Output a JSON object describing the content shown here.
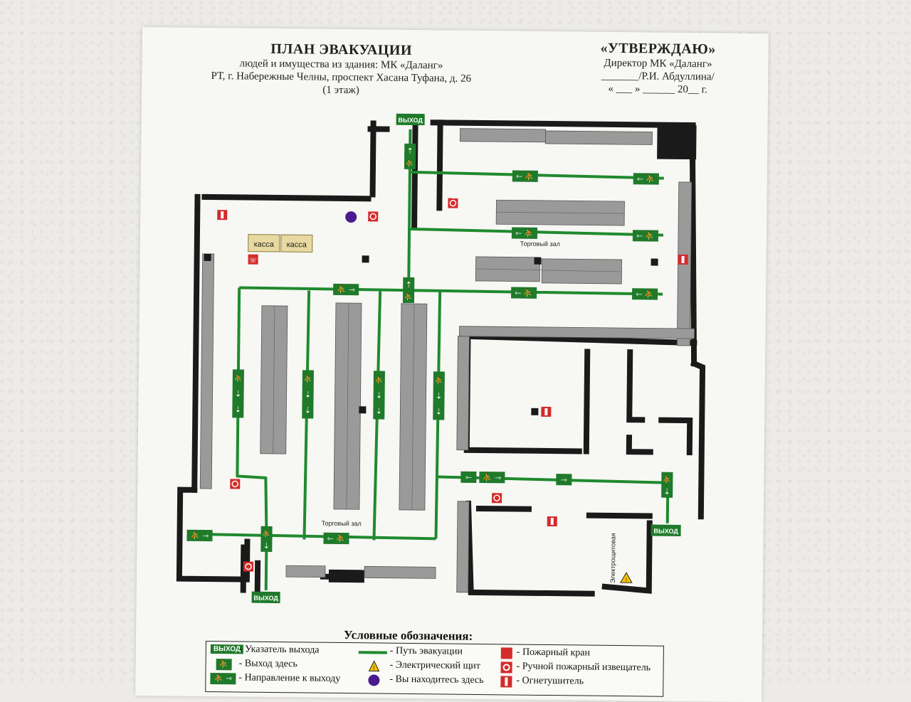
{
  "header": {
    "title": "ПЛАН ЭВАКУАЦИИ",
    "line1": "людей и имущества из здания: МК «Даланг»",
    "line2": "РТ, г. Набережные Челны, проспект Хасана Туфана, д. 26",
    "line3": "(1 этаж)"
  },
  "approval": {
    "title": "«УТВЕРЖДАЮ»",
    "line1": "Директор МК «Даланг»",
    "line2": "_______/Р.И. Абдуллина/",
    "line3": "« ___ » ______ 20__ г."
  },
  "map": {
    "exit_label": "ВЫХОД",
    "cashier_label": "касса",
    "hall_label": "Торговый зал",
    "electrical_room_label": "Электрощитовая",
    "colors": {
      "route": "#1f8a2e",
      "sign": "#1f7a2a",
      "wall": "#1a1a1a",
      "shelf": "#9a9a9a",
      "danger": "#d42b2b",
      "you_are_here": "#4b1a8f",
      "cashier": "#e8d9a0"
    }
  },
  "legend": {
    "title": "Условные обозначения:",
    "items": [
      {
        "symbol": "exit-sign",
        "symbol_text": "ВЫХОД",
        "label": "- Указатель выхода"
      },
      {
        "symbol": "exit-here",
        "label": "- Выход здесь"
      },
      {
        "symbol": "exit-direction",
        "label": "- Направление к выходу"
      },
      {
        "symbol": "evac-route",
        "label": "- Путь эвакуации"
      },
      {
        "symbol": "electrical-panel",
        "label": "- Электрический щит"
      },
      {
        "symbol": "you-are-here",
        "label": "- Вы находитесь здесь"
      },
      {
        "symbol": "fire-hydrant",
        "label": "- Пожарный кран"
      },
      {
        "symbol": "manual-fire-alarm",
        "label": "- Ручной пожарный извещатель"
      },
      {
        "symbol": "extinguisher",
        "label": "- Огнетушитель"
      }
    ]
  }
}
